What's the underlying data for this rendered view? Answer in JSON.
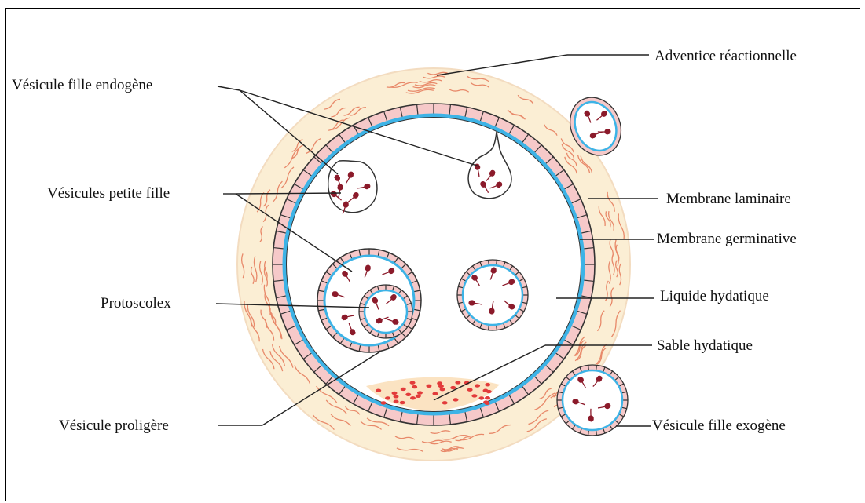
{
  "labels": {
    "adventice": "Adventice réactionnelle",
    "vesicule_fille_endogene": "Vésicule fille endogène",
    "vesicules_petite_fille": "Vésicules petite fille",
    "protoscolex": "Protoscolex",
    "vesicule_proligere": "Vésicule proligère",
    "membrane_laminaire": "Membrane laminaire",
    "membrane_germinative": "Membrane germinative",
    "liquide_hydatique": "Liquide hydatique",
    "sable_hydatique": "Sable hydatique",
    "vesicule_fille_exogene": "Vésicule fille exogène"
  },
  "colors": {
    "adventice_fill": "#fbeed4",
    "adventice_fiber": "#e8896a",
    "laminaire_fill": "#f6c9c9",
    "germinative": "#3db3e6",
    "scolex": "#8b1a2a",
    "sable": "#e23b3b",
    "leader": "#222222"
  }
}
